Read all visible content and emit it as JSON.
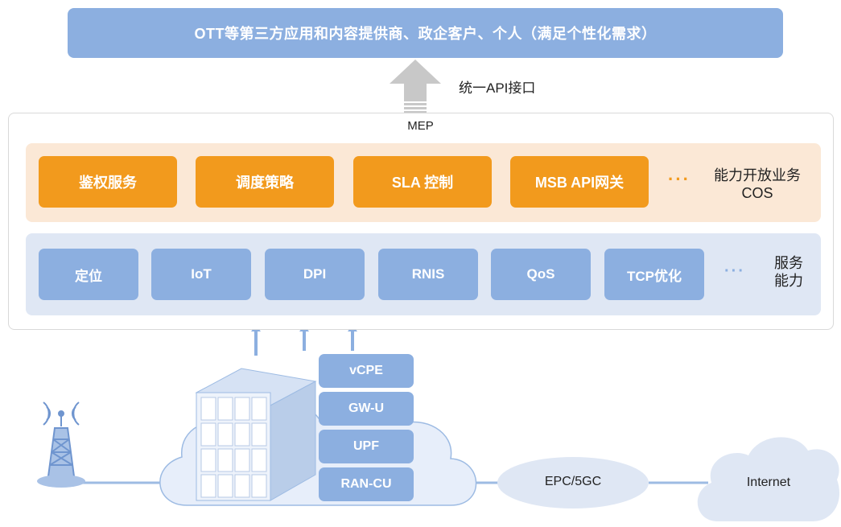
{
  "top_banner": {
    "text": "OTT等第三方应用和内容提供商、政企客户、个人（满足个性化需求）"
  },
  "api": {
    "label": "统一API接口"
  },
  "mep": {
    "title": "MEP"
  },
  "cos": {
    "items": [
      "鉴权服务",
      "调度策略",
      "SLA 控制",
      "MSB  API网关"
    ],
    "ellipsis": "···",
    "label_line1": "能力开放业务",
    "label_line2": "COS"
  },
  "services": {
    "items": [
      "定位",
      "IoT",
      "DPI",
      "RNIS",
      "QoS",
      "TCP优化"
    ],
    "ellipsis": "···",
    "label_line1": "服务",
    "label_line2": "能力"
  },
  "stack": [
    "vCPE",
    "GW-U",
    "UPF",
    "RAN-CU"
  ],
  "epc": {
    "label": "EPC/5GC"
  },
  "internet": {
    "label": "Internet"
  },
  "colors": {
    "blue": "#8cafe0",
    "orange": "#f29a1d",
    "cos_bg": "#fbe8d6",
    "svc_bg": "#dfe7f4",
    "line": "#9dbbe3"
  },
  "icons": [
    "up-arrow-icon",
    "cell-tower-icon",
    "server-rack-icon",
    "cloud-icon"
  ]
}
